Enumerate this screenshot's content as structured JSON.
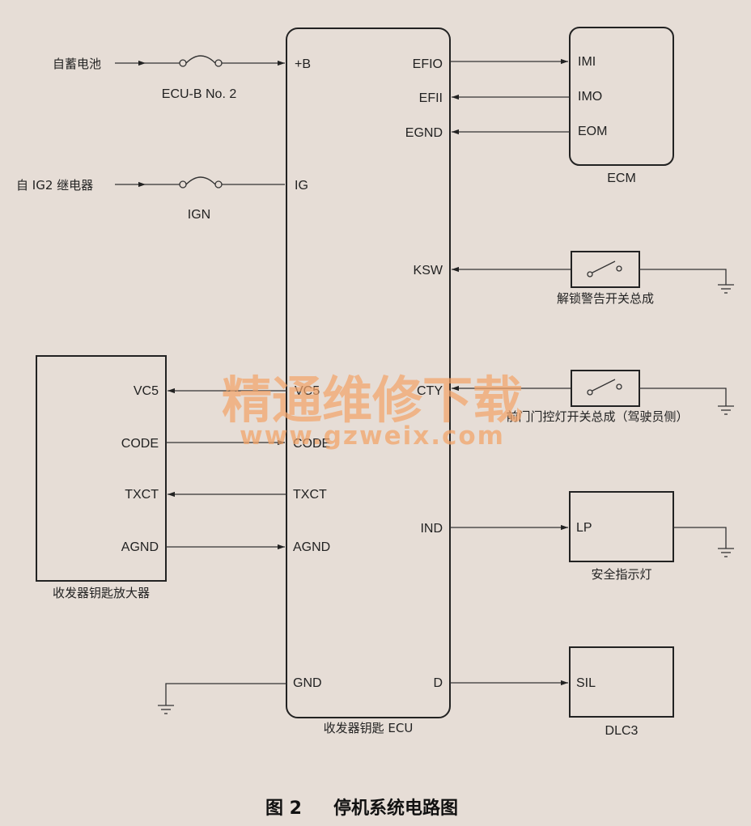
{
  "figure": {
    "number": "图 2",
    "title": "停机系统电路图"
  },
  "watermark": {
    "text": "精通维修下载",
    "url": "www.gzweix.com"
  },
  "ecu": {
    "name": "收发器钥匙 ECU",
    "pins": {
      "b": "+B",
      "ig": "IG",
      "vc5": "VC5",
      "code": "CODE",
      "txct": "TXCT",
      "agnd": "AGND",
      "gnd": "GND",
      "efio": "EFIO",
      "efii": "EFII",
      "egnd": "EGND",
      "ksw": "KSW",
      "cty": "CTY",
      "ind": "IND",
      "d": "D"
    }
  },
  "power": {
    "battery": "自蓄电池",
    "fuse1": "ECU-B No. 2",
    "ig2": "自 IG2 继电器",
    "fuse2": "IGN"
  },
  "amplifier": {
    "name": "收发器钥匙放大器",
    "pins": {
      "vc5": "VC5",
      "code": "CODE",
      "txct": "TXCT",
      "agnd": "AGND"
    }
  },
  "ecm": {
    "name": "ECM",
    "pins": {
      "imi": "IMI",
      "imo": "IMO",
      "eom": "EOM"
    }
  },
  "switches": {
    "unlock_warning": "解锁警告开关总成",
    "door_courtesy": "前门门控灯开关总成（驾驶员侧）"
  },
  "security_light": {
    "name": "安全指示灯",
    "pin": "LP"
  },
  "dlc3": {
    "name": "DLC3",
    "pin": "SIL"
  },
  "colors": {
    "background": "#e6ddd6",
    "line": "#333333",
    "watermark": "#f2a46a"
  }
}
